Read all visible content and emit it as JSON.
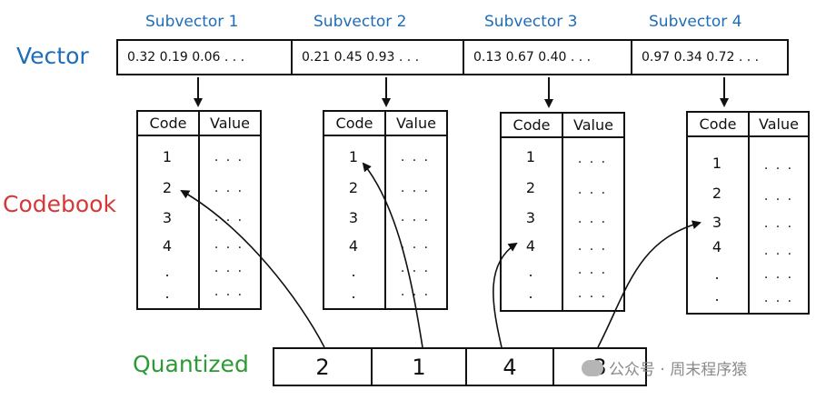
{
  "labels": {
    "vector": "Vector",
    "codebook": "Codebook",
    "quantized": "Quantized"
  },
  "subvectors": [
    {
      "title": "Subvector 1",
      "values": "0.32  0.19  0.06 . . ."
    },
    {
      "title": "Subvector 2",
      "values": "0.21  0.45  0.93 . . ."
    },
    {
      "title": "Subvector 3",
      "values": "0.13  0.67  0.40 . . ."
    },
    {
      "title": "Subvector 4",
      "values": "0.97  0.34  0.72 . . ."
    }
  ],
  "codebook_header": {
    "code": "Code",
    "value": "Value"
  },
  "codebook_rows": {
    "codes": [
      "1",
      "2",
      "3",
      "4",
      ".",
      "."
    ],
    "value": ". . ."
  },
  "quantized_codes": [
    "2",
    "1",
    "4",
    "3"
  ],
  "watermark": {
    "text": "公众号 · 周末程序猿"
  },
  "colors": {
    "vector_label": "#1f6db8",
    "codebook_label": "#d63838",
    "quantized_label": "#2d9a35",
    "lines": "#111111"
  }
}
